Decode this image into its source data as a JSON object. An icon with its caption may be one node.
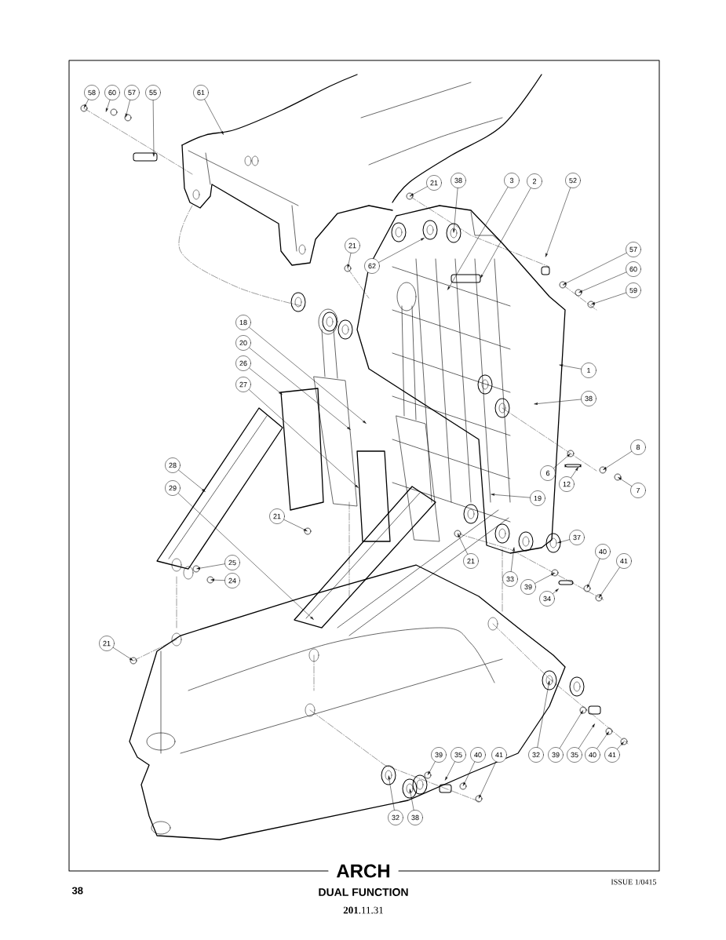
{
  "diagram": {
    "title": "ARCH",
    "nodes": [
      {
        "text": [
          "58"
        ]
      },
      {
        "text": [
          "60"
        ]
      },
      {
        "text": [
          "57"
        ]
      },
      {
        "text": [
          "55"
        ]
      },
      {
        "text": [
          "61"
        ]
      },
      {
        "text": [
          "21"
        ]
      },
      {
        "text": [
          "38"
        ]
      },
      {
        "text": [
          "3"
        ]
      },
      {
        "text": [
          "2"
        ]
      },
      {
        "text": [
          "52"
        ]
      },
      {
        "text": [
          "57"
        ]
      },
      {
        "text": [
          "60"
        ]
      },
      {
        "text": [
          "59"
        ]
      },
      {
        "text": [
          "21"
        ]
      },
      {
        "text": [
          "62"
        ]
      },
      {
        "text": [
          "18"
        ]
      },
      {
        "text": [
          "20"
        ]
      },
      {
        "text": [
          "26"
        ]
      },
      {
        "text": [
          "27"
        ]
      },
      {
        "text": [
          "28"
        ]
      },
      {
        "text": [
          "29"
        ]
      },
      {
        "text": [
          "21"
        ]
      },
      {
        "text": [
          "25"
        ]
      },
      {
        "text": [
          "24"
        ]
      },
      {
        "text": [
          "1"
        ]
      },
      {
        "text": [
          "38"
        ]
      },
      {
        "text": [
          "8"
        ]
      },
      {
        "text": [
          "6"
        ]
      },
      {
        "text": [
          "12"
        ]
      },
      {
        "text": [
          "7"
        ]
      },
      {
        "text": [
          "19"
        ]
      },
      {
        "text": [
          "21"
        ]
      },
      {
        "text": [
          "33"
        ]
      },
      {
        "text": [
          "37"
        ]
      },
      {
        "text": [
          "40"
        ]
      },
      {
        "text": [
          "41"
        ]
      },
      {
        "text": [
          "39"
        ]
      },
      {
        "text": [
          "34"
        ]
      },
      {
        "text": [
          "21"
        ]
      },
      {
        "text": [
          "32"
        ]
      },
      {
        "text": [
          "39"
        ]
      },
      {
        "text": [
          "35"
        ]
      },
      {
        "text": [
          "40"
        ]
      },
      {
        "text": [
          "41"
        ]
      },
      {
        "text": [
          "39"
        ]
      },
      {
        "text": [
          "35"
        ]
      },
      {
        "text": [
          "40"
        ]
      },
      {
        "text": [
          "41"
        ]
      },
      {
        "text": [
          "32"
        ]
      },
      {
        "text": [
          "38"
        ]
      }
    ],
    "edges": [
      {
        "from": 0,
        "to": null,
        "arrow": "to"
      },
      {
        "from": 1,
        "to": null,
        "arrow": "to"
      },
      {
        "from": 2,
        "to": null,
        "arrow": "to"
      },
      {
        "from": 3,
        "to": null,
        "arrow": "to"
      },
      {
        "from": 4,
        "to": null,
        "arrow": "to"
      },
      {
        "from": 5,
        "to": null,
        "arrow": "to"
      },
      {
        "from": 6,
        "to": null,
        "arrow": "to"
      },
      {
        "from": 7,
        "to": null,
        "arrow": "to"
      },
      {
        "from": 8,
        "to": null,
        "arrow": "to"
      },
      {
        "from": 9,
        "to": null,
        "arrow": "to"
      },
      {
        "from": 10,
        "to": null,
        "arrow": "to"
      },
      {
        "from": 11,
        "to": null,
        "arrow": "to"
      },
      {
        "from": 12,
        "to": null,
        "arrow": "to"
      },
      {
        "from": 13,
        "to": null,
        "arrow": "to"
      },
      {
        "from": 14,
        "to": null,
        "arrow": "to"
      },
      {
        "from": 15,
        "to": null,
        "arrow": "to"
      },
      {
        "from": 16,
        "to": null,
        "arrow": "to"
      },
      {
        "from": 17,
        "to": null,
        "arrow": "to"
      },
      {
        "from": 18,
        "to": null,
        "arrow": "to"
      },
      {
        "from": 19,
        "to": null,
        "arrow": "to"
      },
      {
        "from": 20,
        "to": null,
        "arrow": "to"
      },
      {
        "from": 21,
        "to": null,
        "arrow": "to"
      },
      {
        "from": 22,
        "to": null,
        "arrow": "to"
      },
      {
        "from": 23,
        "to": null,
        "arrow": "to"
      },
      {
        "from": 24,
        "to": null,
        "arrow": "to"
      },
      {
        "from": 25,
        "to": null,
        "arrow": "to"
      },
      {
        "from": 26,
        "to": null,
        "arrow": "to"
      },
      {
        "from": 27,
        "to": null,
        "arrow": "to"
      },
      {
        "from": 28,
        "to": null,
        "arrow": "to"
      },
      {
        "from": 29,
        "to": null,
        "arrow": "to"
      },
      {
        "from": 30,
        "to": null,
        "arrow": "to"
      },
      {
        "from": 31,
        "to": null,
        "arrow": "to"
      },
      {
        "from": 32,
        "to": null,
        "arrow": "to"
      },
      {
        "from": 33,
        "to": null,
        "arrow": "to"
      },
      {
        "from": 34,
        "to": null,
        "arrow": "to"
      },
      {
        "from": 35,
        "to": null,
        "arrow": "to"
      },
      {
        "from": 36,
        "to": null,
        "arrow": "to"
      },
      {
        "from": 37,
        "to": null,
        "arrow": "to"
      },
      {
        "from": 38,
        "to": null,
        "arrow": "to"
      },
      {
        "from": 39,
        "to": null,
        "arrow": "to"
      },
      {
        "from": 40,
        "to": null,
        "arrow": "to"
      },
      {
        "from": 41,
        "to": null,
        "arrow": "to"
      },
      {
        "from": 42,
        "to": null,
        "arrow": "to"
      },
      {
        "from": 43,
        "to": null,
        "arrow": "to"
      },
      {
        "from": 44,
        "to": null,
        "arrow": "to"
      },
      {
        "from": 45,
        "to": null,
        "arrow": "to"
      },
      {
        "from": 46,
        "to": null,
        "arrow": "to"
      },
      {
        "from": 47,
        "to": null,
        "arrow": "to"
      },
      {
        "from": 48,
        "to": null,
        "arrow": "to"
      },
      {
        "from": 49,
        "to": null,
        "arrow": "to"
      }
    ],
    "labels": [
      "38",
      "ISSUE 1/0415",
      "DUAL FUNCTION",
      "**201**.11.31"
    ]
  }
}
